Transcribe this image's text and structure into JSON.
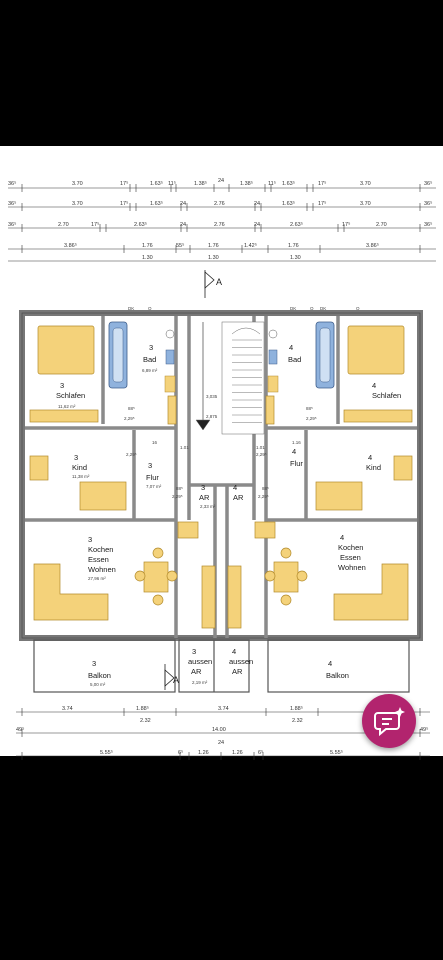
{
  "plan": {
    "section_marker": "A",
    "units": [
      {
        "number_left": "3",
        "number_right": "4",
        "rooms": {
          "bad": "Bad",
          "schlafen": "Schlafen",
          "kind": "Kind",
          "flur": "Flur",
          "ar": "AR",
          "kochen": "Kochen",
          "essen": "Essen",
          "wohnen": "Wohnen",
          "balkon": "Balkon",
          "aussen": "aussen"
        }
      }
    ],
    "areas": {
      "bad": "6,89 m²",
      "schlafen": "11,62 m²",
      "kind": "11,38 m²",
      "flur": "7,07 m²",
      "ar": "2,33 m²",
      "wohnen": "27,96 m²",
      "balkon": "5,00 m²",
      "aussen_ar": "2,19 m²"
    },
    "top_dims": {
      "row1": [
        "36⁵",
        "3.70",
        "17⁵",
        "1.63⁵",
        "11⁵",
        "1.38⁵",
        "24",
        "1.38⁵",
        "11⁵",
        "1.63⁵",
        "17⁵",
        "3.70",
        "36⁵"
      ],
      "row2": [
        "36⁵",
        "3.70",
        "17⁵",
        "1.63⁵",
        "24",
        "2.76",
        "24",
        "1.63⁵",
        "17⁵",
        "3.70",
        "36⁵"
      ],
      "row3": [
        "36⁵",
        "2.70",
        "17⁵",
        "2.63⁵",
        "24",
        "2.76",
        "24",
        "2.63⁵",
        "17⁵",
        "2.70",
        "36⁵"
      ],
      "row4": [
        "3.86⁵",
        "1.76",
        "55⁵",
        "1.76",
        "1.42⁵",
        "1.76",
        "3.86⁵"
      ],
      "row5": [
        "1.30",
        "1.30",
        "1.30"
      ]
    },
    "inner_dims": {
      "d88": "88⁵",
      "d229": "2,29⁵",
      "d3035": "3,035",
      "d2875": "2,875",
      "d101": "1.01",
      "d116": "1.16",
      "d16": "16",
      "dk": "DK",
      "o": "O"
    },
    "bottom_dims": {
      "row1": [
        "3.74",
        "1.88⁵",
        "3.74",
        "1.88⁵"
      ],
      "row1b": [
        "2.32",
        "2.32"
      ],
      "row2": [
        "49⁵",
        "14.00",
        "49⁵"
      ],
      "row3": [
        "24"
      ],
      "row4": [
        "5.55⁵",
        "6⁵",
        "1.26",
        "1.26",
        "6⁵",
        "5.55⁵"
      ]
    }
  },
  "colors": {
    "furniture": "#f4d27a",
    "furniture_stroke": "#b28a2a",
    "bath_blue": "#8fb2dd",
    "wall": "#c9c9c9"
  },
  "icons": {
    "fab": "chat-sparkle-icon"
  }
}
